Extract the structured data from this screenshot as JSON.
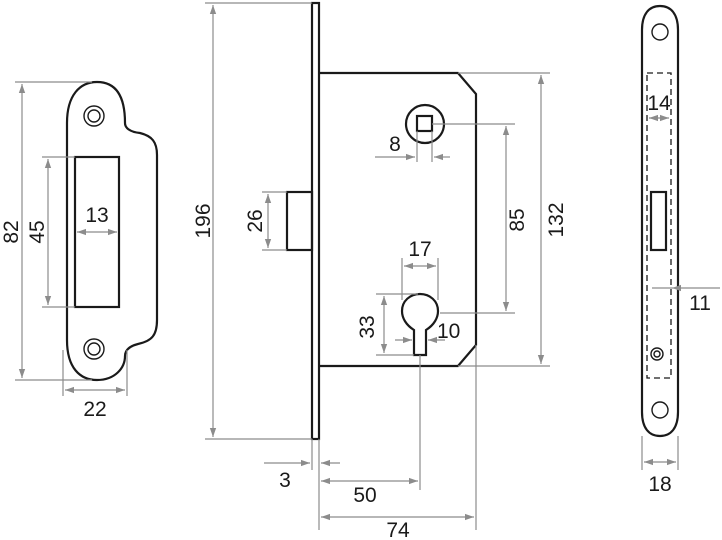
{
  "strike_plate": {
    "height_label": "82",
    "slot_height_label": "45",
    "slot_width_label": "13",
    "width_label": "22"
  },
  "lock_body": {
    "faceplate_height_label": "196",
    "latch_height_label": "26",
    "spindle_label": "8",
    "cylinder_width_label": "17",
    "cylinder_height_label": "33",
    "cylinder_hole_label": "10",
    "centre_distance_label": "85",
    "case_height_label": "132",
    "faceplate_thickness_label": "3",
    "backset_label": "50",
    "case_depth_label": "74"
  },
  "faceplate": {
    "inner_width_label": "14",
    "offset_label": "11",
    "width_label": "18"
  }
}
